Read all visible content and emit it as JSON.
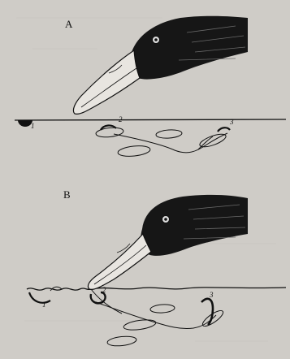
{
  "figure": {
    "panels": [
      {
        "label": "A",
        "markers": [
          "1",
          "2",
          "3"
        ]
      },
      {
        "label": "B",
        "markers": [
          "1",
          "2",
          "3"
        ]
      }
    ],
    "colors": {
      "paper": "#cfccc7",
      "ink": "#111111"
    }
  }
}
